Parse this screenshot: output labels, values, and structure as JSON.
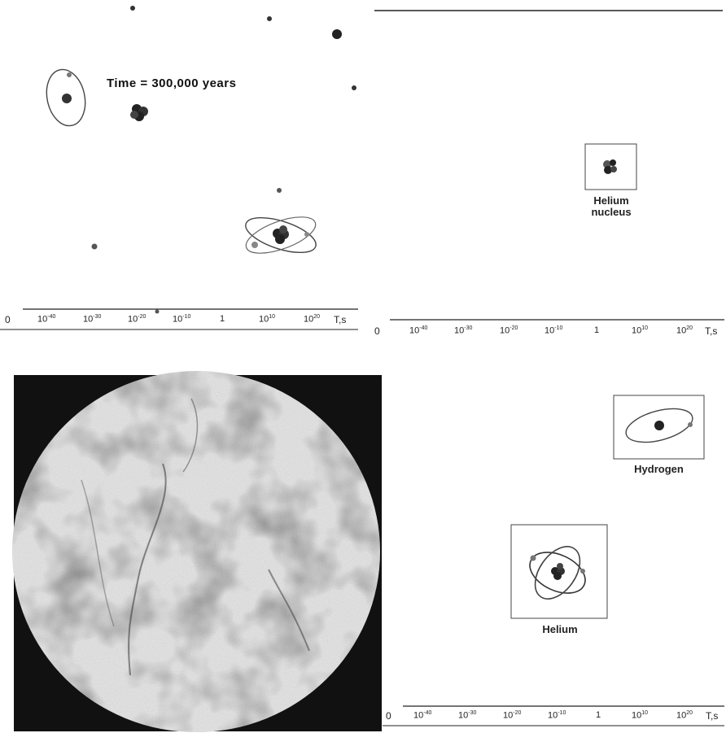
{
  "panel_1": {
    "time_label": "Time = 300,000 years"
  },
  "panel_2": {
    "caption_line1": "Helium",
    "caption_line2": "nucleus"
  },
  "panel_4": {
    "hydrogen_label": "Hydrogen",
    "helium_label": "Helium"
  },
  "timescale": {
    "origin": "0",
    "ticks": [
      {
        "base": "10",
        "exp": "-40"
      },
      {
        "base": "10",
        "exp": "-30"
      },
      {
        "base": "10",
        "exp": "-20"
      },
      {
        "base": "10",
        "exp": "-10"
      },
      {
        "base": "1",
        "exp": ""
      },
      {
        "base": "10",
        "exp": "10"
      },
      {
        "base": "10",
        "exp": "20"
      }
    ],
    "unit": "T,s"
  },
  "colors": {
    "ink": "#222222",
    "cmb_dark": "#111111"
  }
}
